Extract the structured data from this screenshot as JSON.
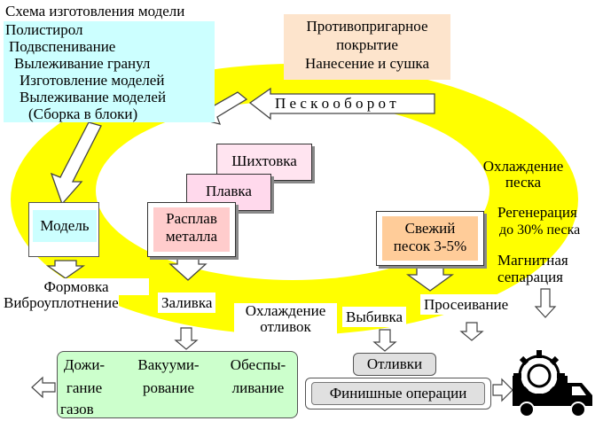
{
  "scheme_title": "Схема изготовления модели",
  "model_steps": [
    "Полистирол",
    "Подвспенивание",
    "Вылеживание гранул",
    "Изготовление моделей",
    "Вылеживание моделей",
    "(Сборка в блоки)"
  ],
  "coating": [
    "Противопригарное",
    "покрытие",
    "Нанесение и сушка"
  ],
  "sand_circulation": "П е с к о о б о р о т",
  "charging": "Шихтовка",
  "melting": "Плавка",
  "melt": [
    "Расплав",
    "металла"
  ],
  "model": "Модель",
  "fresh_sand": [
    "Свежий",
    "песок 3-5%"
  ],
  "sand_cooling": [
    "Охлаждение",
    "песка"
  ],
  "regeneration": [
    "Регенерация",
    "до 30% песка"
  ],
  "magnetic_separation": [
    "Магнитная",
    "сепарация"
  ],
  "molding": [
    "Формовка",
    "Виброуплотнение"
  ],
  "pouring": "Заливка",
  "casting_cooling": [
    "Охлаждение",
    "отливок"
  ],
  "knockout": "Выбивка",
  "sieving": "Просеивание",
  "gas_ops": [
    [
      "Дожи-",
      "гание",
      "газов"
    ],
    [
      "Вакууми-",
      "рование"
    ],
    [
      "Обеспы-",
      "ливание"
    ]
  ],
  "castings": "Отливки",
  "finishing": "Финишные операции",
  "colors": {
    "ring": "#ffff00",
    "model_box": "#ccffff",
    "coating_box": "#fde4cc",
    "charging_box": "#ffe4f0",
    "melting_box": "#ffd9ec",
    "melt_box": "#ffcccc",
    "fresh_sand_box": "#ffcc99",
    "gas_box": "#ccffcc",
    "castings_box": "#e0e0e0"
  }
}
